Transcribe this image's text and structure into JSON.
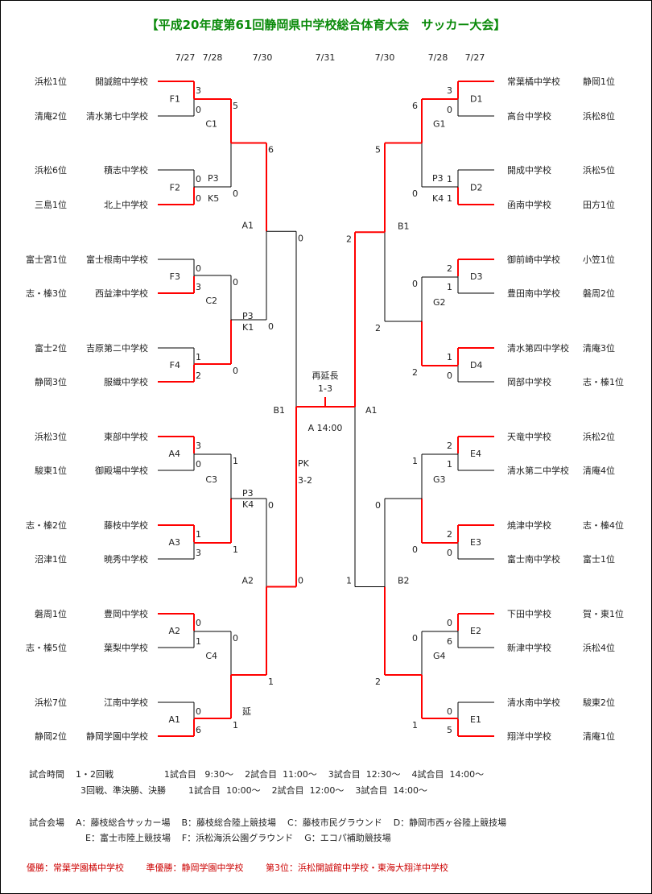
{
  "title": "【平成20年度第61回静岡県中学校総合体育大会　サッカー大会】",
  "dates_left": [
    "7/27",
    "7/28",
    "7/30"
  ],
  "date_center": "7/31",
  "dates_right": [
    "7/30",
    "7/28",
    "7/27"
  ],
  "left_teams": [
    {
      "seed": "浜松1位",
      "name": "開誠館中学校"
    },
    {
      "seed": "清庵2位",
      "name": "清水第七中学校"
    },
    {
      "seed": "浜松6位",
      "name": "積志中学校"
    },
    {
      "seed": "三島1位",
      "name": "北上中学校"
    },
    {
      "seed": "富士宮1位",
      "name": "富士根南中学校"
    },
    {
      "seed": "志・榛3位",
      "name": "西益津中学校"
    },
    {
      "seed": "富士2位",
      "name": "吉原第二中学校"
    },
    {
      "seed": "静岡3位",
      "name": "服織中学校"
    },
    {
      "seed": "浜松3位",
      "name": "東部中学校"
    },
    {
      "seed": "駿東1位",
      "name": "御殿場中学校"
    },
    {
      "seed": "志・榛2位",
      "name": "藤枝中学校"
    },
    {
      "seed": "沼津1位",
      "name": "暁秀中学校"
    },
    {
      "seed": "磐周1位",
      "name": "豊岡中学校"
    },
    {
      "seed": "志・榛5位",
      "name": "葉梨中学校"
    },
    {
      "seed": "浜松7位",
      "name": "江南中学校"
    },
    {
      "seed": "静岡2位",
      "name": "静岡学園中学校"
    }
  ],
  "right_teams": [
    {
      "name": "常葉橘中学校",
      "seed": "静岡1位"
    },
    {
      "name": "高台中学校",
      "seed": "浜松8位"
    },
    {
      "name": "開成中学校",
      "seed": "浜松5位"
    },
    {
      "name": "函南中学校",
      "seed": "田方1位"
    },
    {
      "name": "御前崎中学校",
      "seed": "小笠1位"
    },
    {
      "name": "豊田南中学校",
      "seed": "磐周2位"
    },
    {
      "name": "清水第四中学校",
      "seed": "清庵3位"
    },
    {
      "name": "岡部中学校",
      "seed": "志・榛1位"
    },
    {
      "name": "天竜中学校",
      "seed": "浜松2位"
    },
    {
      "name": "清水第二中学校",
      "seed": "清庵4位"
    },
    {
      "name": "焼津中学校",
      "seed": "志・榛4位"
    },
    {
      "name": "富士南中学校",
      "seed": "富士1位"
    },
    {
      "name": "下田中学校",
      "seed": "賀・東1位"
    },
    {
      "name": "新津中学校",
      "seed": "浜松4位"
    },
    {
      "name": "清水南中学校",
      "seed": "駿東2位"
    },
    {
      "name": "翔洋中学校",
      "seed": "清庵1位"
    }
  ],
  "labels": {
    "F1": "F1",
    "F2": "F2",
    "F3": "F3",
    "F4": "F4",
    "A4": "A4",
    "A3": "A3",
    "A2": "A2",
    "A1": "A1",
    "C1": "C1",
    "C2": "C2",
    "C3": "C3",
    "C4": "C4",
    "A1_semi": "A1",
    "A2_semi": "A2",
    "D1": "D1",
    "D2": "D2",
    "D3": "D3",
    "D4": "D4",
    "E4": "E4",
    "E3": "E3",
    "E2": "E2",
    "E1": "E1",
    "G1": "G1",
    "G2": "G2",
    "G3": "G3",
    "G4": "G4",
    "B1_semi": "B1",
    "B2_semi": "B2",
    "final_left": "B1",
    "final_right": "A1"
  },
  "notes": {
    "p3": "P3",
    "k5": "K5",
    "k1": "K1",
    "k4": "K4",
    "ext": "延",
    "pk": "PK",
    "pk_score": "3-2",
    "final_note1": "再延長",
    "final_note2": "1-3",
    "final_venue": "A  14:00"
  },
  "scores": {
    "l_r1": [
      "3",
      "0",
      "0",
      "0",
      "0",
      "3",
      "1",
      "2",
      "3",
      "0",
      "1",
      "3",
      "0",
      "1",
      "0",
      "6"
    ],
    "l_r2": [
      "5",
      "0",
      "0",
      "0",
      "1",
      "1",
      "0",
      "1"
    ],
    "l_r3": [
      "6",
      "0",
      "0",
      "1"
    ],
    "l_sf": [
      "0",
      "0"
    ],
    "r_r1": [
      "3",
      "0",
      "1",
      "1",
      "2",
      "1",
      "1",
      "0",
      "2",
      "1",
      "2",
      "0",
      "0",
      "6",
      "0",
      "5"
    ],
    "r_r2": [
      "6",
      "0",
      "0",
      "2",
      "1",
      "0",
      "0",
      "1"
    ],
    "r_r3": [
      "5",
      "2",
      "0",
      "2"
    ],
    "r_sf": [
      "2",
      "1"
    ]
  },
  "info": {
    "time_label": "試合時間",
    "time_row1": "1・2回戦                  1試合目   9:30～    2試合目  11:00～    3試合目  12:30～    4試合目  14:00～",
    "time_row2": "3回戦、準決勝、決勝        1試合目  10:00～    2試合目  12:00～    3試合目  14:00～",
    "venue_label": "試合会場",
    "venue_row1": "A：藤枝総合サッカー場    B：藤枝総合陸上競技場    C：藤枝市民グラウンド    D：静岡市西ヶ谷陸上競技場",
    "venue_row2": "E：富士市陸上競技場    F：浜松海浜公園グラウンド    G：エコパ補助競技場"
  },
  "result": {
    "winner": "優勝：常葉学園橘中学校",
    "runner_up": "準優勝：静岡学園中学校",
    "third": "第3位：浜松開誠館中学校・東海大翔洋中学校"
  },
  "colors": {
    "win_line": "#ff0000",
    "line": "#000000",
    "title": "#0a8a0a",
    "result": "#cc0000"
  }
}
